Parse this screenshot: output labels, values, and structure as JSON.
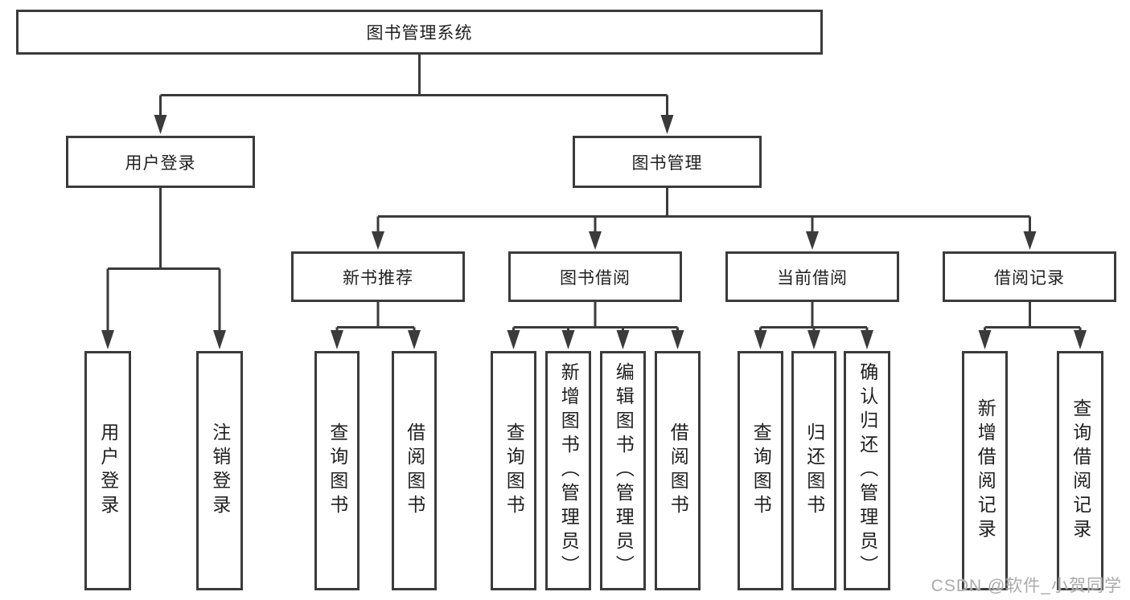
{
  "tree": {
    "root": "图书管理系统",
    "branches": [
      {
        "label": "用户登录",
        "children": [
          "用户登录",
          "注销登录"
        ]
      },
      {
        "label": "图书管理",
        "groups": [
          {
            "label": "新书推荐",
            "children": [
              "查询图书",
              "借阅图书"
            ]
          },
          {
            "label": "图书借阅",
            "children": [
              "查询图书",
              "新增图书（管理员）",
              "编辑图书（管理员）",
              "借阅图书"
            ]
          },
          {
            "label": "当前借阅",
            "children": [
              "查询图书",
              "归还图书",
              "确认归还（管理员）"
            ]
          },
          {
            "label": "借阅记录",
            "children": [
              "新增借阅记录",
              "查询借阅记录"
            ]
          }
        ]
      }
    ]
  },
  "watermark": "CSDN @软件_小贺同学",
  "colors": {
    "line": "#3b3b3b",
    "text": "#1f1f1f",
    "background": "#ffffff",
    "watermark": "#ababab"
  }
}
